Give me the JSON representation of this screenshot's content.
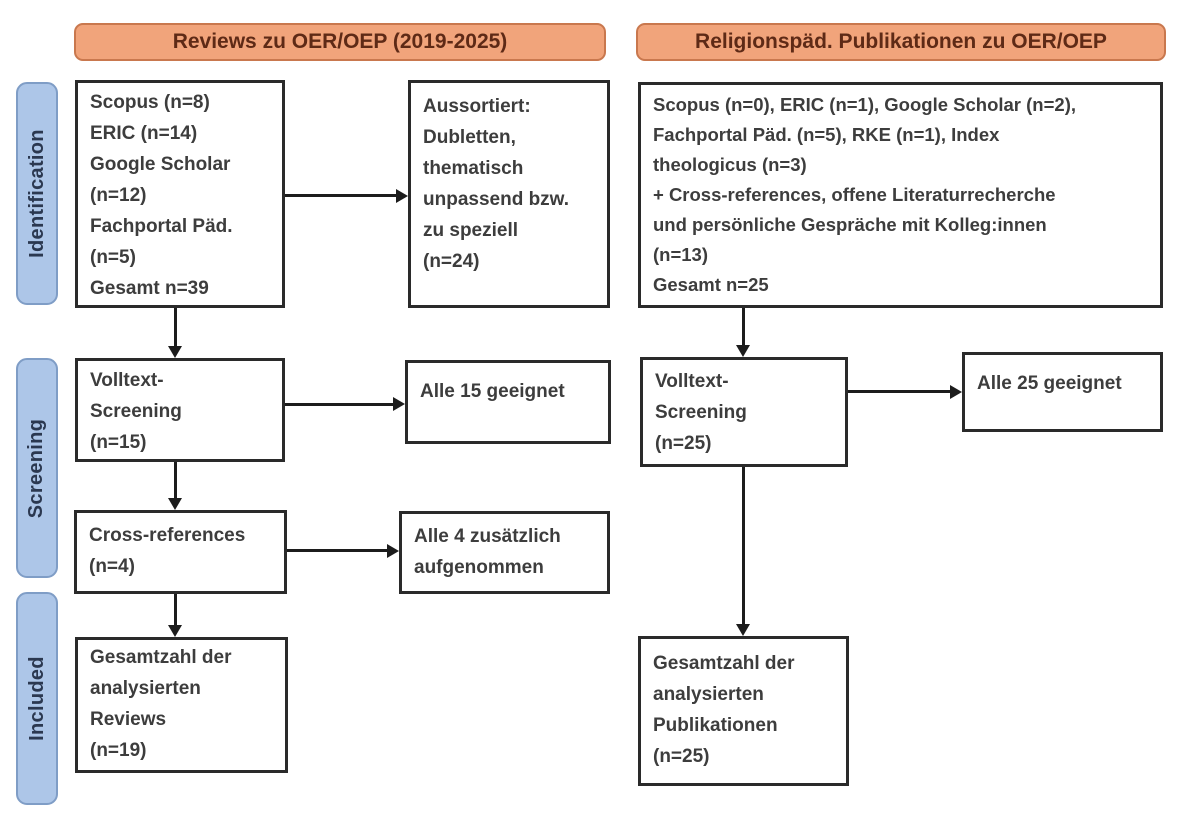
{
  "headers": {
    "left": "Reviews zu OER/OEP (2019-2025)",
    "right": "Religionspäd. Publikationen zu OER/OEP"
  },
  "stages": {
    "identification": "Identification",
    "screening": "Screening",
    "included": "Included"
  },
  "boxes": {
    "left_sources": {
      "lines": [
        "Scopus (n=8)",
        "ERIC (n=14)",
        "Google Scholar",
        "(n=12)",
        "Fachportal Päd.",
        "(n=5)",
        "Gesamt n=39"
      ]
    },
    "left_excluded": {
      "lines": [
        "Aussortiert:",
        "Dubletten,",
        "thematisch",
        "unpassend bzw.",
        "zu speziell",
        "(n=24)"
      ]
    },
    "right_sources": {
      "lines": [
        "Scopus (n=0), ERIC (n=1), Google Scholar (n=2),",
        "Fachportal Päd. (n=5), RKE (n=1), Index",
        "theologicus (n=3)",
        "+ Cross-references, offene Literaturrecherche",
        "und persönliche Gespräche mit Kolleg:innen",
        "(n=13)",
        "Gesamt n=25"
      ]
    },
    "left_fulltext": {
      "lines": [
        "Volltext-",
        "Screening",
        "(n=15)"
      ]
    },
    "left_fulltext_result": {
      "lines": [
        "Alle 15 geeignet"
      ]
    },
    "left_crossref": {
      "lines": [
        "Cross-references",
        "(n=4)"
      ]
    },
    "left_crossref_result": {
      "lines": [
        "Alle 4 zusätzlich",
        "aufgenommen"
      ]
    },
    "right_fulltext": {
      "lines": [
        "Volltext-",
        "Screening",
        "(n=25)"
      ]
    },
    "right_fulltext_result": {
      "lines": [
        "Alle 25 geeignet"
      ]
    },
    "left_included": {
      "lines": [
        "Gesamtzahl der",
        "analysierten",
        "Reviews",
        "(n=19)"
      ]
    },
    "right_included": {
      "lines": [
        "Gesamtzahl der",
        "analysierten",
        "Publikationen",
        "(n=25)"
      ]
    }
  },
  "colors": {
    "header_fill": "#f1a47b",
    "header_border": "#c9784e",
    "header_text": "#5e2a16",
    "stage_fill": "#adc6e8",
    "stage_border": "#7f9dc6",
    "stage_text": "#2b3850",
    "box_border": "#2a2a2a",
    "box_text": "#3d3d3d",
    "arrow": "#1c1c1c"
  }
}
